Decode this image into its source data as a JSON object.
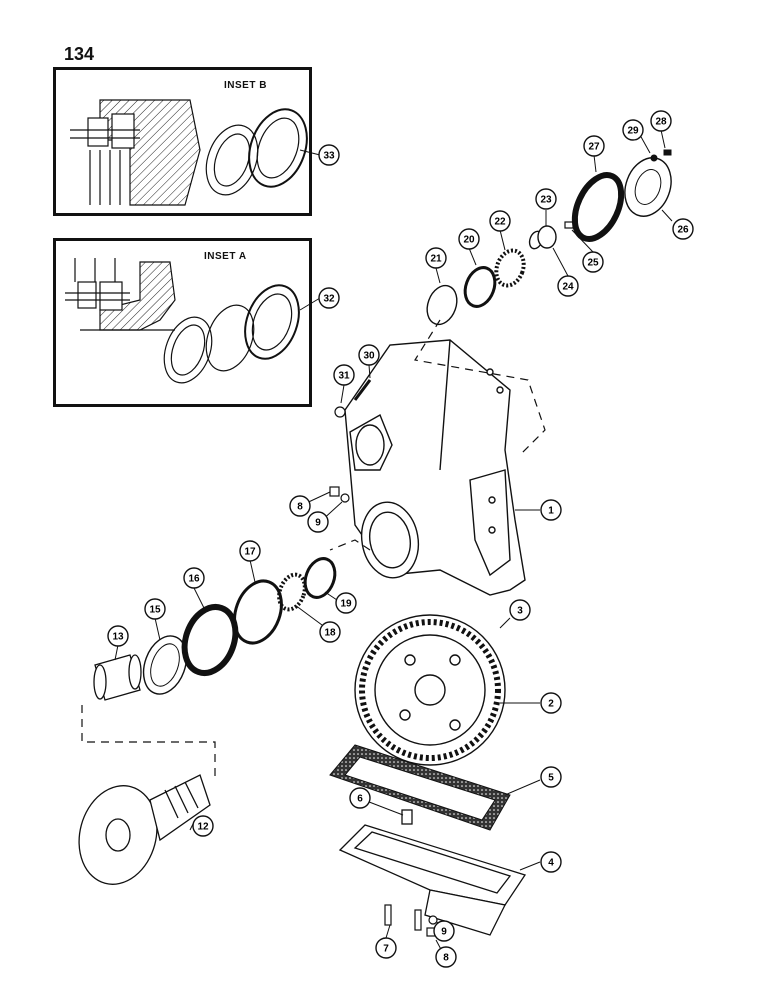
{
  "page": {
    "number": "134"
  },
  "insets": [
    {
      "key": "b",
      "title": "INSET B",
      "callout": "33"
    },
    {
      "key": "a",
      "title": "INSET A",
      "callout": "32"
    }
  ],
  "callouts": [
    {
      "key": "c1",
      "label": "1"
    },
    {
      "key": "c2",
      "label": "2"
    },
    {
      "key": "c3",
      "label": "3"
    },
    {
      "key": "c4",
      "label": "4"
    },
    {
      "key": "c5",
      "label": "5"
    },
    {
      "key": "c6",
      "label": "6"
    },
    {
      "key": "c7",
      "label": "7"
    },
    {
      "key": "c8a",
      "label": "8"
    },
    {
      "key": "c8b",
      "label": "8"
    },
    {
      "key": "c9a",
      "label": "9"
    },
    {
      "key": "c9b",
      "label": "9"
    },
    {
      "key": "c12",
      "label": "12"
    },
    {
      "key": "c13",
      "label": "13"
    },
    {
      "key": "c15",
      "label": "15"
    },
    {
      "key": "c16",
      "label": "16"
    },
    {
      "key": "c17",
      "label": "17"
    },
    {
      "key": "c18",
      "label": "18"
    },
    {
      "key": "c19",
      "label": "19"
    },
    {
      "key": "c20",
      "label": "20"
    },
    {
      "key": "c21",
      "label": "21"
    },
    {
      "key": "c22",
      "label": "22"
    },
    {
      "key": "c23",
      "label": "23"
    },
    {
      "key": "c24",
      "label": "24"
    },
    {
      "key": "c25",
      "label": "25"
    },
    {
      "key": "c26",
      "label": "26"
    },
    {
      "key": "c27",
      "label": "27"
    },
    {
      "key": "c28",
      "label": "28"
    },
    {
      "key": "c29",
      "label": "29"
    },
    {
      "key": "c30",
      "label": "30"
    },
    {
      "key": "c31",
      "label": "31"
    }
  ]
}
